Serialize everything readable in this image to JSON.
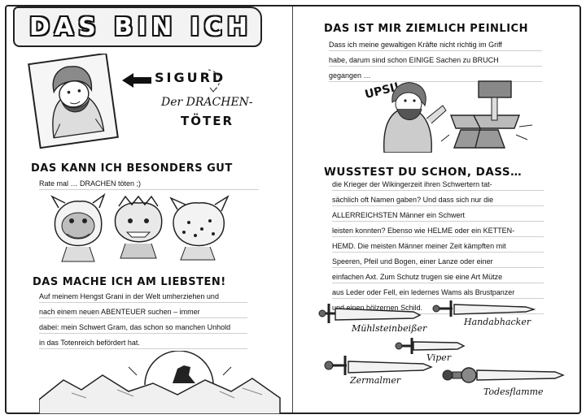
{
  "left": {
    "title": "DAS BIN ICH",
    "name": "SIGURD",
    "epithet_line1": "Der DRACHEN-",
    "epithet_line2": "TÖTER",
    "skill_heading": "DAS KANN ICH BESONDERS GUT",
    "skill_text": "Rate mal … DRACHEN töten ;)",
    "likes_heading": "DAS MACHE ICH AM LIEBSTEN!",
    "likes_lines": [
      "Auf meinem Hengst Grani in der Welt umherziehen und",
      "nach einem neuen ABENTEUER suchen – immer",
      "dabei: mein Schwert Gram, das schon so manchen Unhold",
      "in das Totenreich befördert hat."
    ]
  },
  "right": {
    "embarrassing_heading": "DAS IST MIR ZIEMLICH PEINLICH",
    "embarrassing_lines": [
      "Dass ich meine gewaltigen Kräfte nicht richtig im Griff",
      "habe, darum sind schon EINIGE Sachen zu BRUCH",
      "gegangen …"
    ],
    "oops": "UPSI!",
    "fact_heading": "WUSSTEST DU SCHON, DASS…",
    "fact_lines": [
      "die Krieger der Wikingerzeit ihren Schwertern tat-",
      "sächlich oft Namen gaben? Und dass sich nur die",
      "ALLERREICHSTEN Männer ein Schwert",
      "leisten konnten? Ebenso wie HELME oder ein KETTEN-",
      "HEMD. Die meisten Männer meiner Zeit kämpften mit",
      "Speeren, Pfeil und Bogen, einer Lanze oder einer",
      "einfachen Axt. Zum Schutz trugen sie eine Art Mütze",
      "aus Leder oder Fell, ein ledernes Wams als Brustpanzer",
      "und einen hölzernen Schild."
    ],
    "swords": [
      "Mühlsteinbeißer",
      "Handabhacker",
      "Viper",
      "Zermalmer",
      "Todesflamme"
    ]
  }
}
